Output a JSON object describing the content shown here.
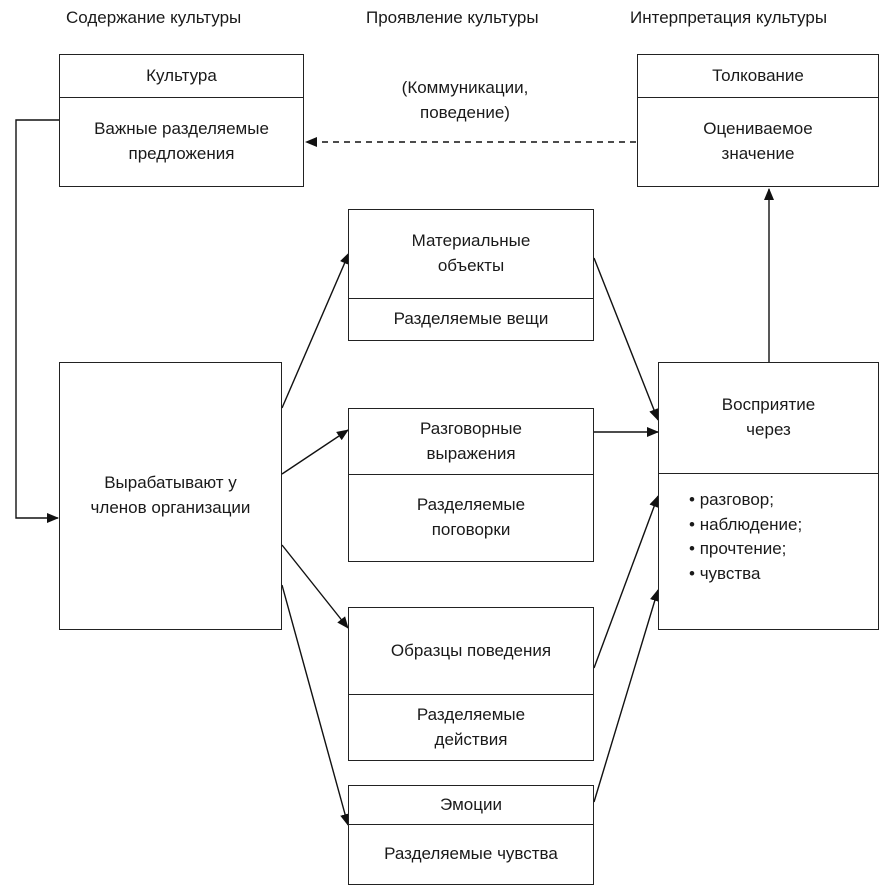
{
  "headers": {
    "content": "Содержание культуры",
    "manifestation": "Проявление культуры",
    "interpretation": "Интерпретация культуры"
  },
  "culture_box": {
    "title": "Культура",
    "body": "Важные разделяемые предложения"
  },
  "communication_label": "(Коммуникации, поведение)",
  "interpretation_box": {
    "title": "Толкование",
    "body": "Оцениваемое значение"
  },
  "develop_box": {
    "body": "Вырабатывают у членов организации"
  },
  "material_box": {
    "title": "Материальные объекты",
    "body": "Разделяемые вещи"
  },
  "speech_box": {
    "title": "Разговорные выражения",
    "body": "Разделяемые поговорки"
  },
  "behavior_box": {
    "title": "Образцы поведения",
    "body": "Разделяемые действия"
  },
  "emotion_box": {
    "title": "Эмоции",
    "body": "Разделяемые чувства"
  },
  "perception_box": {
    "title": "Восприятие через",
    "items": [
      "разговор;",
      "наблюдение;",
      "прочтение;",
      "чувства"
    ]
  }
}
